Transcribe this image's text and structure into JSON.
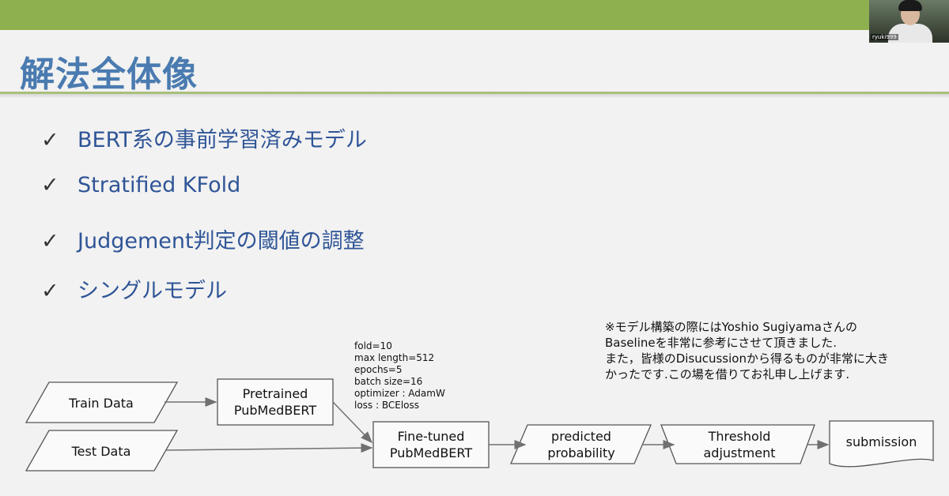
{
  "header": {
    "title": "解法全体像"
  },
  "webcam": {
    "name": "ryuki999"
  },
  "bullets": [
    "BERT系の事前学習済みモデル",
    "Stratified KFold",
    "Judgement判定の閾値の調整",
    "シングルモデル"
  ],
  "check_glyph": "✓",
  "note": [
    "※モデル構築の際にはYoshio Sugiyamaさんの",
    "Baselineを非常に参考にさせて頂きました.",
    "また，皆様のDisucussionから得るものが非常に大き",
    "かったです.この場を借りてお礼申し上げます."
  ],
  "params": [
    "fold=10",
    "max length=512",
    "epochs=5",
    "batch size=16",
    "optimizer : AdamW",
    "loss : BCEloss"
  ],
  "flow": {
    "train": "Train Data",
    "test": "Test Data",
    "pretrained": [
      "Pretrained",
      "PubMedBERT"
    ],
    "finetuned": [
      "Fine-tuned",
      "PubMedBERT"
    ],
    "predicted": [
      "predicted",
      "probability"
    ],
    "threshold": [
      "Threshold",
      "adjustment"
    ],
    "submission": "submission"
  },
  "colors": {
    "topbar": "#8fb04f",
    "title": "#4a7bb0",
    "bullet": "#2f5597",
    "divider": "#a8c07a"
  }
}
